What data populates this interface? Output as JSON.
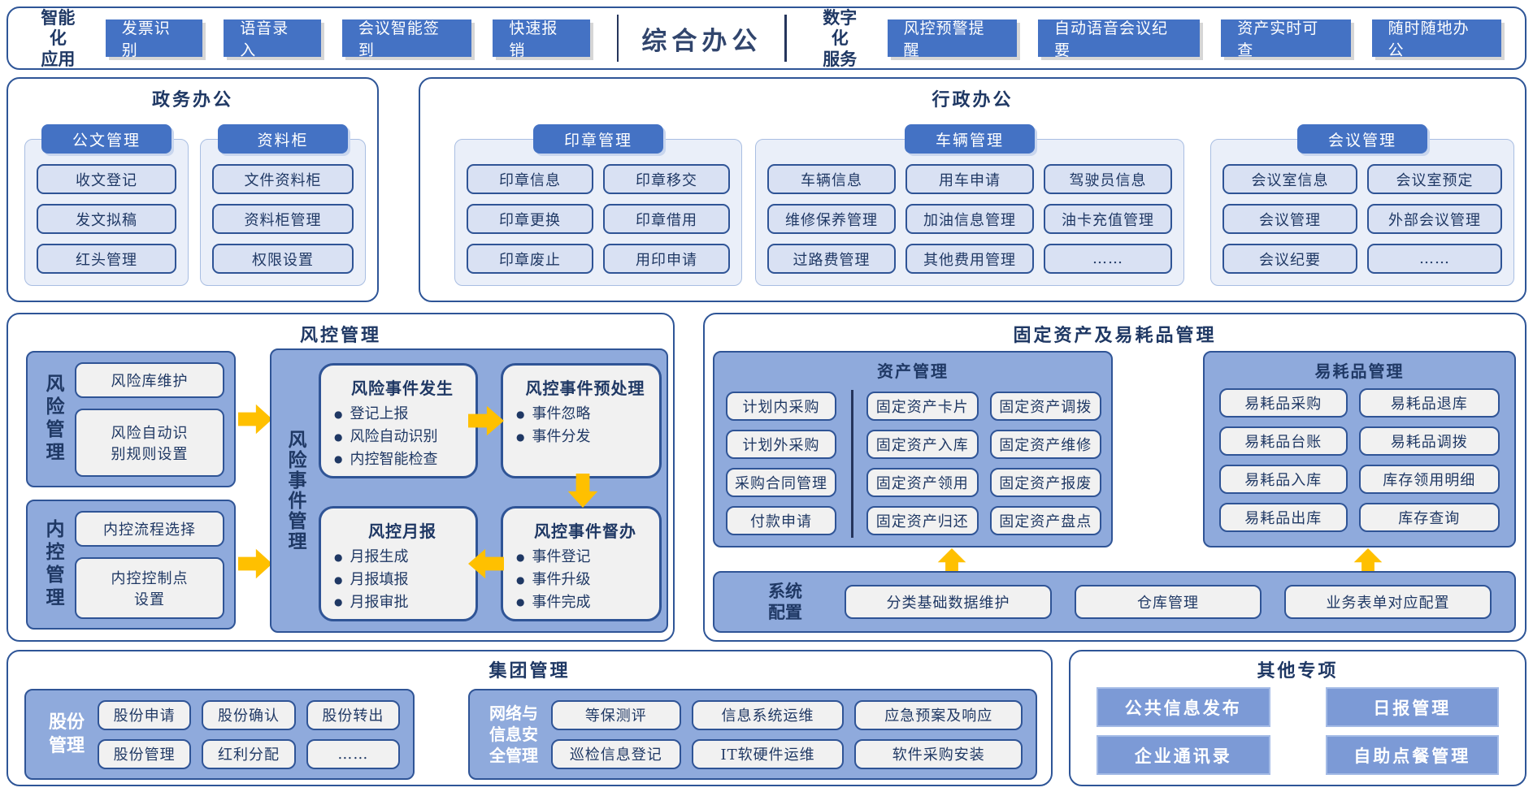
{
  "colors": {
    "accent_blue": "#4472C4",
    "dark_navy": "#1F3864",
    "border_blue": "#2F5496",
    "panel_light": "#EAEFF9",
    "item_light": "#D9E1F3",
    "panel_medium": "#8FAADC",
    "item_gray": "#F1F1F1",
    "arrow_yellow": "#FFC000",
    "button_medium_blue": "#7C9AD6"
  },
  "top_bar": {
    "left_label": "智能化\n应用",
    "left_buttons": [
      "发票识别",
      "语音录入",
      "会议智能签到",
      "快速报销"
    ],
    "center_title": "综合办公",
    "right_label": "数字化\n服务",
    "right_buttons": [
      "风控预警提醒",
      "自动语音会议纪要",
      "资产实时可查",
      "随时随地办公"
    ]
  },
  "gov_office": {
    "title": "政务办公",
    "groups": [
      {
        "header": "公文管理",
        "items": [
          "收文登记",
          "发文拟稿",
          "红头管理"
        ]
      },
      {
        "header": "资料柜",
        "items": [
          "文件资料柜",
          "资料柜管理",
          "权限设置"
        ]
      }
    ]
  },
  "admin_office": {
    "title": "行政办公",
    "groups": [
      {
        "header": "印章管理",
        "items": [
          "印章信息",
          "印章移交",
          "印章更换",
          "印章借用",
          "印章废止",
          "用印申请"
        ]
      },
      {
        "header": "车辆管理",
        "items": [
          "车辆信息",
          "用车申请",
          "驾驶员信息",
          "维修保养管理",
          "加油信息管理",
          "油卡充值管理",
          "过路费管理",
          "其他费用管理",
          "……"
        ]
      },
      {
        "header": "会议管理",
        "items": [
          "会议室信息",
          "会议室预定",
          "会议管理",
          "外部会议管理",
          "会议纪要",
          "……"
        ]
      }
    ]
  },
  "risk_section": {
    "title": "风控管理",
    "risk_mgmt": {
      "label": "风险管理",
      "items": [
        "风险库维护",
        "风险自动识\n别规则设置"
      ]
    },
    "internal_ctrl": {
      "label": "内控管理",
      "items": [
        "内控流程选择",
        "内控控制点\n设置"
      ]
    },
    "event_mgmt": {
      "label": "风险事件管理",
      "cards": [
        {
          "title": "风险事件发生",
          "bullets": [
            "登记上报",
            "风险自动识别",
            "内控智能检查"
          ]
        },
        {
          "title": "风控事件预处理",
          "bullets": [
            "事件忽略",
            "事件分发"
          ]
        },
        {
          "title": "风控月报",
          "bullets": [
            "月报生成",
            "月报填报",
            "月报审批"
          ]
        },
        {
          "title": "风控事件督办",
          "bullets": [
            "事件登记",
            "事件升级",
            "事件完成"
          ]
        }
      ]
    }
  },
  "asset_section": {
    "title": "固定资产及易耗品管理",
    "asset_mgmt": {
      "title": "资产管理",
      "col1": [
        "计划内采购",
        "计划外采购",
        "采购合同管理",
        "付款申请"
      ],
      "col2": [
        "固定资产卡片",
        "固定资产入库",
        "固定资产领用",
        "固定资产归还"
      ],
      "col3": [
        "固定资产调拨",
        "固定资产维修",
        "固定资产报废",
        "固定资产盘点"
      ]
    },
    "consumables": {
      "title": "易耗品管理",
      "items": [
        "易耗品采购",
        "易耗品退库",
        "易耗品台账",
        "易耗品调拨",
        "易耗品入库",
        "库存领用明细",
        "易耗品出库",
        "库存查询"
      ]
    },
    "sys_config": {
      "label": "系统\n配置",
      "items": [
        "分类基础数据维护",
        "仓库管理",
        "业务表单对应配置"
      ]
    }
  },
  "group_section": {
    "title": "集团管理",
    "shares": {
      "label": "股份\n管理",
      "items": [
        "股份申请",
        "股份确认",
        "股份转出",
        "股份管理",
        "红利分配",
        "……"
      ]
    },
    "network": {
      "label": "网络与\n信息安\n全管理",
      "items": [
        "等保测评",
        "信息系统运维",
        "应急预案及响应",
        "巡检信息登记",
        "IT软硬件运维",
        "软件采购安装"
      ]
    }
  },
  "other_section": {
    "title": "其他专项",
    "buttons": [
      "公共信息发布",
      "日报管理",
      "企业通讯录",
      "自助点餐管理"
    ]
  }
}
